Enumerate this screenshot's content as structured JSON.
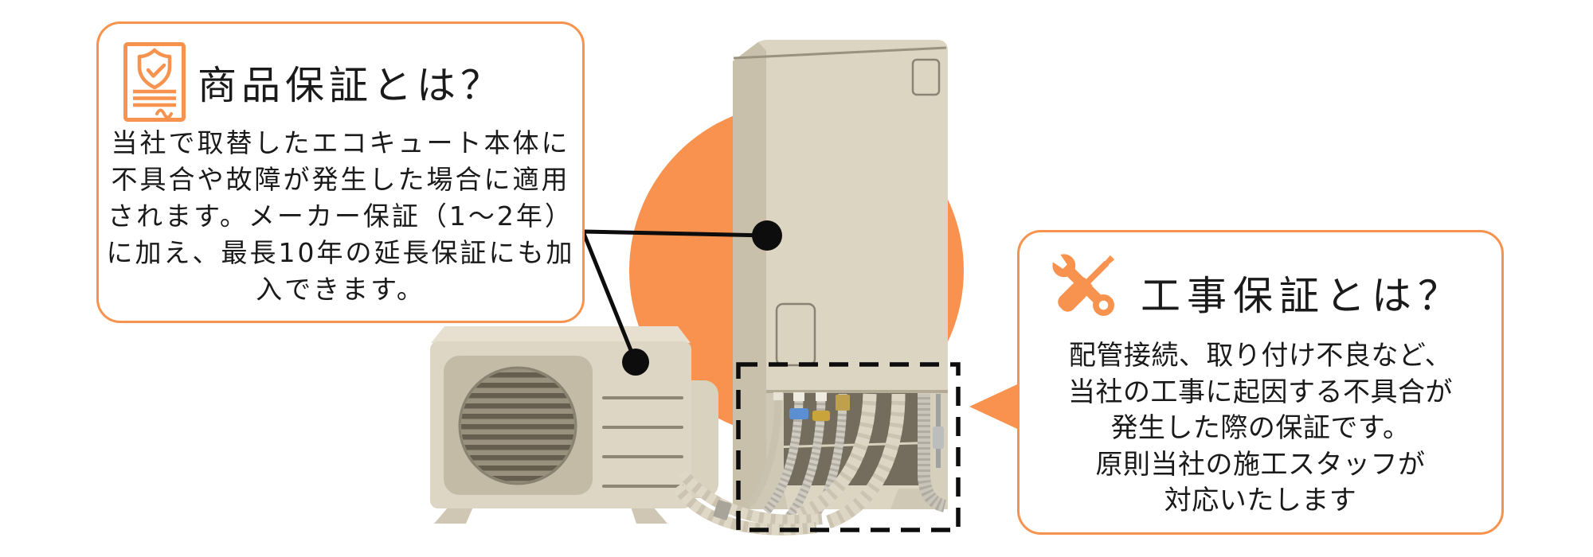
{
  "colors": {
    "accent": "#F7934E",
    "circle_fill": "#F9924E",
    "text": "#1A1A1A",
    "line_black": "#0D0D0D",
    "unit_body": "#DDD6C4",
    "unit_side": "#C8C0AA",
    "grille_panel": "#C3BBA5",
    "fan_slat_dark": "#655E4E",
    "cavity_dark": "#746C5C",
    "pipe_silver": "#B2AEA4",
    "pipe_beige": "#CCC4B0",
    "valve_blue": "#5B8FD4",
    "valve_brass": "#C9A43A"
  },
  "left_callout": {
    "icon": "certificate-shield-icon",
    "title": "商品保証とは？",
    "body_lines": [
      "当社で取替したエコキュート本体に",
      "不具合や故障が発生した場合に適用",
      "されます。メーカー保証（1～2年）",
      "に加え、最長10年の延長保証にも加",
      "入できます。"
    ]
  },
  "right_callout": {
    "icon": "wrench-screwdriver-icon",
    "title": "工事保証とは？",
    "body_lines": [
      "配管接続、取り付け不良など、",
      "当社の工事に起因する不具合が",
      "発生した際の保証です。",
      "原則当社の施工スタッフが",
      "対応いたします"
    ]
  },
  "illustration": {
    "subject": "エコキュート本体（貯湯タンクユニットとヒートポンプユニット）",
    "highlight": "タンク下部の配管接続部（点線枠）"
  }
}
